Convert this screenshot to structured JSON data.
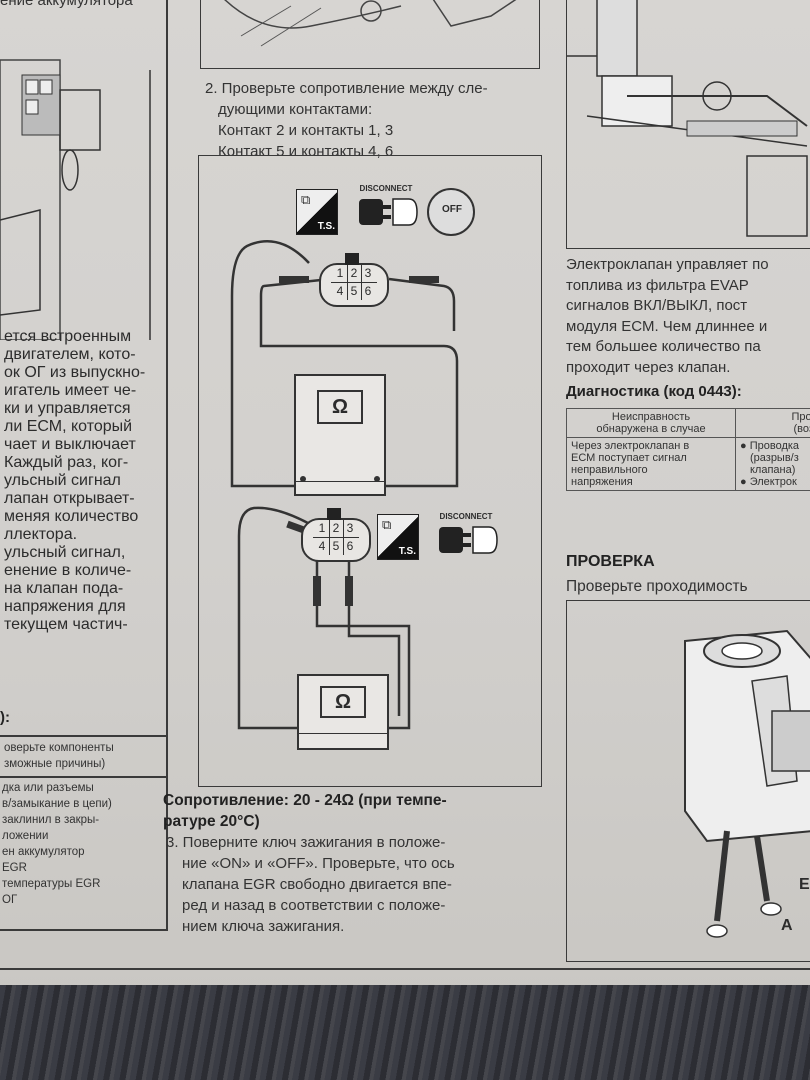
{
  "left_column": {
    "paragraph_lines": [
      "ется встроенным",
      "двигателем, кото-",
      "ок ОГ из выпускно-",
      "игатель имеет че-",
      "ки и управляется",
      "ли ЕСМ, который",
      "чает и выключает",
      "Каждый раз, ког-",
      "ульсный сигнал",
      "лапан открывает-",
      "меняя количество",
      "ллектора.",
      "ульсный сигнал,",
      "енение в количе-",
      "на клапан пода-",
      "напряжения для",
      "текущем частич-"
    ],
    "heading_fragment": "):",
    "table_header": [
      "оверьте компоненты",
      "зможные причины)"
    ],
    "table_lines": [
      "дка или разъемы",
      "в/замыкание в цепи)",
      "заклинил в закры-",
      "ложении",
      "ен аккумулятор",
      "EGR",
      "температуры EGR",
      "ОГ"
    ]
  },
  "middle_column": {
    "step2_lines": [
      "2. Проверьте сопротивление между сле-",
      "дующими контактами:",
      "Контакт 2 и контакты 1, 3",
      "Контакт 5 и контакты 4, 6"
    ],
    "icon_ts": "T.S.",
    "icon_disconnect": "DISCONNECT",
    "icon_off": "OFF",
    "connector_pins_top": [
      "1",
      "2",
      "3"
    ],
    "connector_pins_bottom": [
      "4",
      "5",
      "6"
    ],
    "ohm_symbol": "Ω",
    "resistance_lines": [
      "Сопротивление: 20 - 24Ω (при темпе-",
      "ратуре 20°C)"
    ],
    "step3_lines": [
      "3. Поверните ключ зажигания в положе-",
      "ние «ON» и «OFF». Проверьте, что ось",
      "клапана EGR свободно двигается впе-",
      "ред и назад в соответствии с положе-",
      "нием ключа зажигания."
    ]
  },
  "right_column": {
    "paragraph_lines": [
      "Электроклапан управляет по",
      "топлива из фильтра EVAP",
      "сигналов ВКЛ/ВЫКЛ, пост",
      "модуля ЕСМ. Чем длиннее и",
      "тем большее количество па",
      "проходит через клапан."
    ],
    "diagnostics_heading": "Диагностика (код 0443):",
    "table_header_col1": [
      "Неисправность",
      "обнаружена в случае"
    ],
    "table_header_col2": [
      "Провер",
      "(возмо"
    ],
    "table_cell_col1": [
      "Через электроклапан в",
      "ЕСМ поступает сигнал",
      "неправильного",
      "напряжения"
    ],
    "table_cell_col2": [
      "Проводка",
      "(разрыв/з",
      "клапана)",
      "Электрок"
    ],
    "inspection_heading": "ПРОВЕРКА",
    "inspection_text": "Проверьте проходимость",
    "figure_label_a": "A",
    "figure_label_b": "E"
  }
}
